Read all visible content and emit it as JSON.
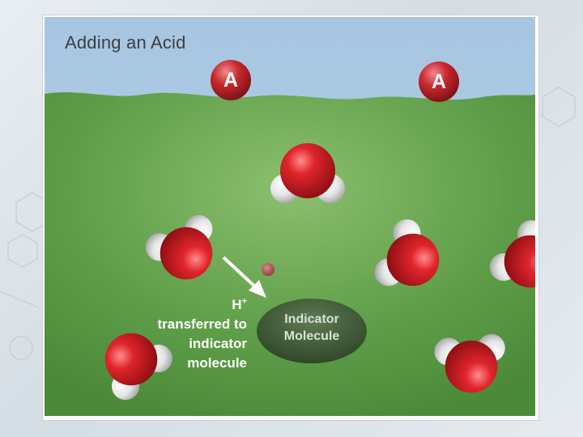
{
  "title": "Adding an Acid",
  "acid_molecules": [
    {
      "label": "A"
    },
    {
      "label": "A"
    }
  ],
  "indicator": {
    "line1": "Indicator",
    "line2": "Molecule"
  },
  "annotation": {
    "ion": "H",
    "charge": "+",
    "line1": "transferred to",
    "line2": "indicator",
    "line3": "molecule"
  },
  "colors": {
    "water": "#8fb4d6",
    "solution": "#5a9b45",
    "oxygen": "#d91f26",
    "hydrogen": "#eeeeee",
    "acid": "#c8282e",
    "indicator": "#3e5a36",
    "proton": "#b04a4e"
  }
}
